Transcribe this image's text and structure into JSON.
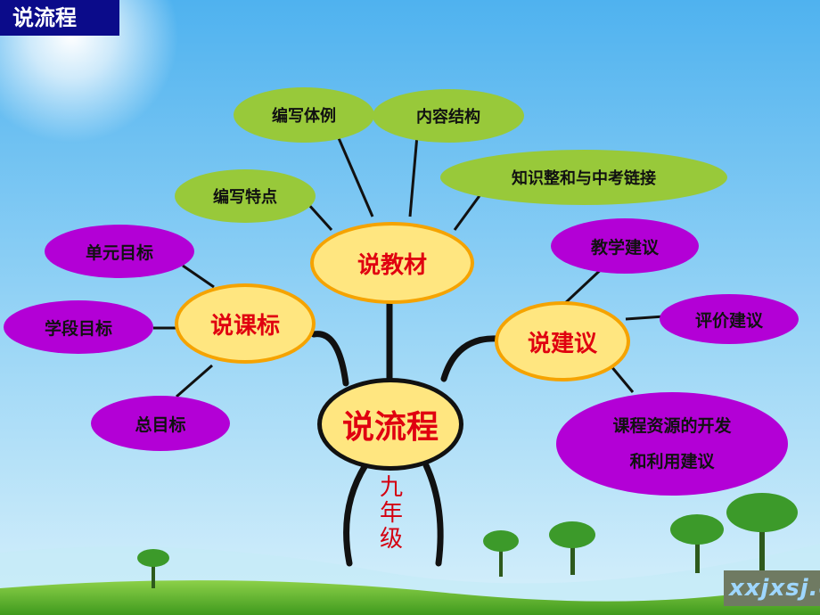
{
  "header": {
    "title": "说流程"
  },
  "center": {
    "label": "说流程",
    "grade": [
      "九",
      "年",
      "级"
    ]
  },
  "hubs": {
    "jiaocai": "说教材",
    "kebiao": "说课标",
    "jianyi": "说建议"
  },
  "jiaocai_items": {
    "bianxie_tili": "编写体例",
    "neirong_jiegou": "内容结构",
    "bianxie_tedian": "编写特点",
    "zhishi_zhengli": "知识整和与中考链接"
  },
  "kebiao_items": {
    "danyuan": "单元目标",
    "xueduan": "学段目标",
    "zong": "总目标"
  },
  "jianyi_items": {
    "jiaoxue": "教学建议",
    "pingjia": "评价建议",
    "kecheng_line1": "课程资源的开发",
    "kecheng_line2": "和利用建议"
  },
  "watermark": "xxjxsj.c"
}
